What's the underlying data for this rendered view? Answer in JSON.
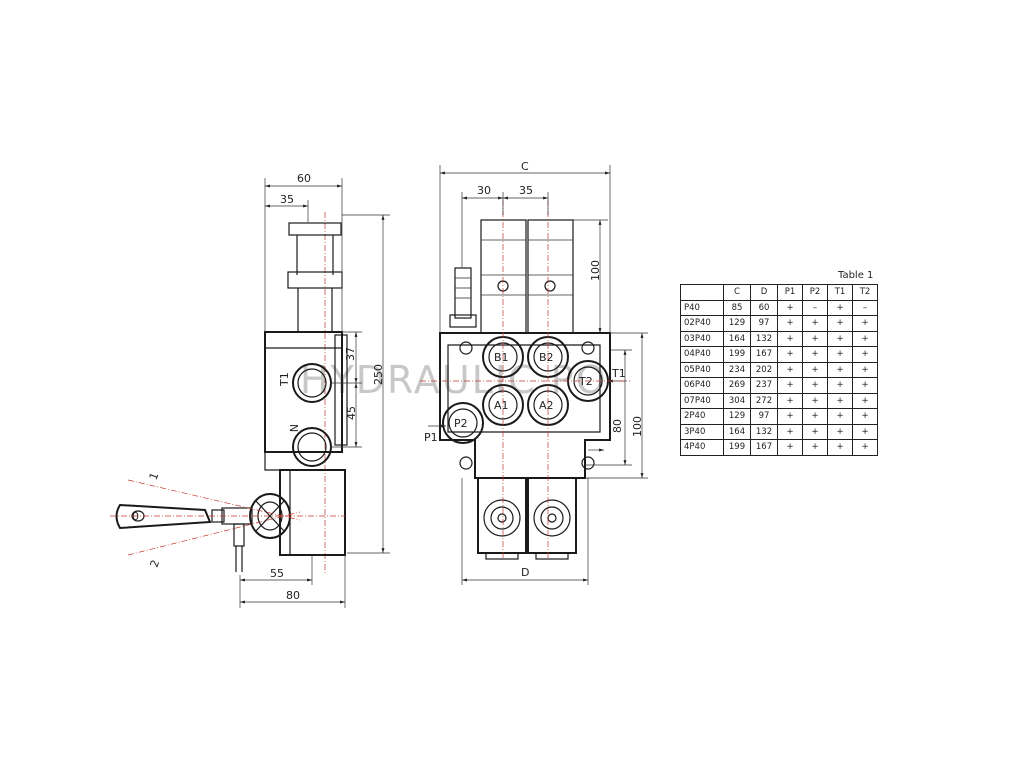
{
  "watermark": "HYDRAULIC PO",
  "side_view": {
    "dims": {
      "w60": "60",
      "w35": "35",
      "h37": "37",
      "h45": "45",
      "h250": "250",
      "w55": "55",
      "w80": "80"
    },
    "ports": {
      "t1": "T1",
      "n": "N"
    },
    "lever": {
      "pos0": "0",
      "pos1": "1",
      "pos2": "2"
    }
  },
  "front_view": {
    "dims": {
      "c": "C",
      "w30": "30",
      "w35": "35",
      "h100_top": "100",
      "h80": "80",
      "h100_right": "100",
      "d": "D"
    },
    "ports": {
      "b1": "B1",
      "b2": "B2",
      "a1": "A1",
      "a2": "A2",
      "p1": "P1",
      "p2": "P2",
      "t1": "T1",
      "t2": "T2"
    }
  },
  "table": {
    "title": "Table 1",
    "headers": [
      "",
      "C",
      "D",
      "P1",
      "P2",
      "T1",
      "T2"
    ],
    "rows": [
      [
        "P40",
        "85",
        "60",
        "+",
        "–",
        "+",
        "–"
      ],
      [
        "02P40",
        "129",
        "97",
        "+",
        "+",
        "+",
        "+"
      ],
      [
        "03P40",
        "164",
        "132",
        "+",
        "+",
        "+",
        "+"
      ],
      [
        "04P40",
        "199",
        "167",
        "+",
        "+",
        "+",
        "+"
      ],
      [
        "05P40",
        "234",
        "202",
        "+",
        "+",
        "+",
        "+"
      ],
      [
        "06P40",
        "269",
        "237",
        "+",
        "+",
        "+",
        "+"
      ],
      [
        "07P40",
        "304",
        "272",
        "+",
        "+",
        "+",
        "+"
      ],
      [
        "2P40",
        "129",
        "97",
        "+",
        "+",
        "+",
        "+"
      ],
      [
        "3P40",
        "164",
        "132",
        "+",
        "+",
        "+",
        "+"
      ],
      [
        "4P40",
        "199",
        "167",
        "+",
        "+",
        "+",
        "+"
      ]
    ]
  }
}
